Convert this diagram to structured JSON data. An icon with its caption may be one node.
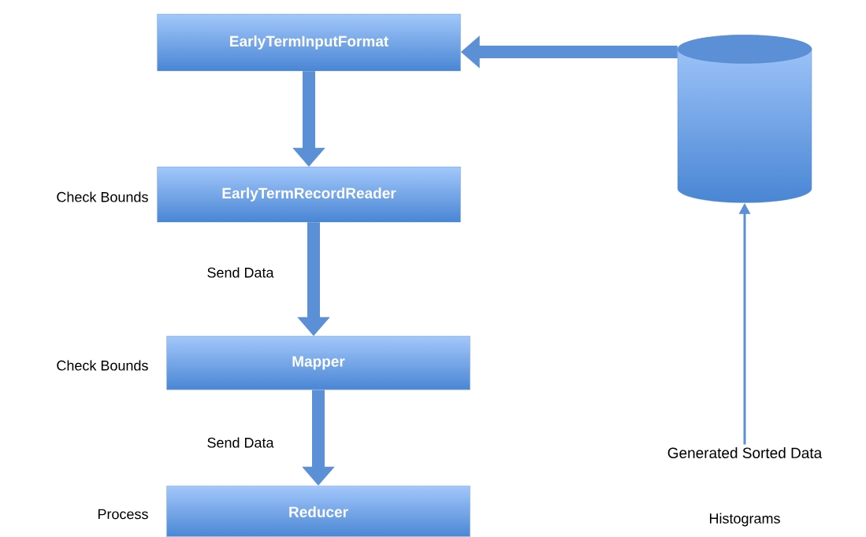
{
  "diagram": {
    "nodes": [
      {
        "text": [
          "EarlyTermInputFormat"
        ]
      },
      {
        "text": [
          "EarlyTermRecordReader"
        ],
        "beside": [
          "Check Bounds"
        ]
      },
      {
        "text": [
          "Mapper"
        ],
        "beside": [
          "Check Bounds"
        ]
      },
      {
        "text": [
          "Reducer"
        ],
        "beside": [
          "Process"
        ]
      },
      {
        "text": [],
        "shape": "cylinder"
      },
      {
        "text": [
          "Generated Sorted Data"
        ]
      }
    ],
    "edges": [
      {
        "from": 4,
        "to": 0,
        "arrow": "to"
      },
      {
        "from": 0,
        "to": 1,
        "arrow": "to"
      },
      {
        "from": 1,
        "to": 2,
        "arrow": "to",
        "label": "Send Data"
      },
      {
        "from": 2,
        "to": 3,
        "arrow": "to",
        "label": "Send Data"
      },
      {
        "from": 5,
        "to": 4,
        "arrow": "to"
      }
    ],
    "labels": [
      "Histograms"
    ]
  }
}
